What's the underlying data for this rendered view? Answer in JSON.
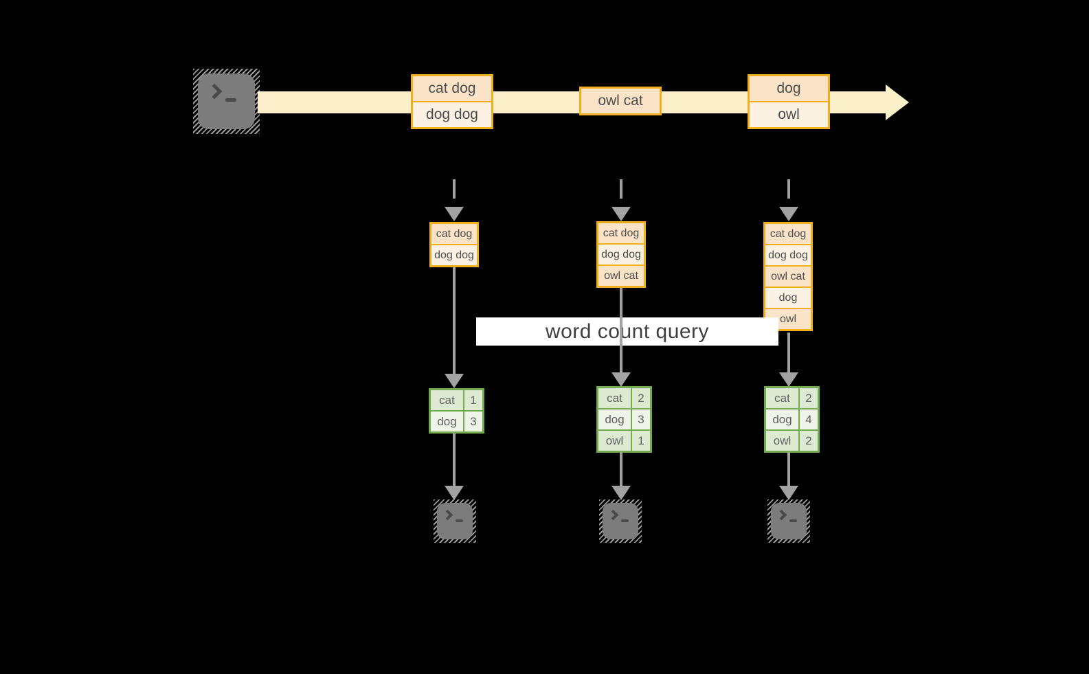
{
  "colors": {
    "background": "#000000",
    "band": "#fbf0ca",
    "box_border": "#f1af1e",
    "cell_peach": "#fae3c7",
    "cell_cream": "#fcf2e3",
    "table_border": "#74aa50",
    "table_cell_dark": "#dde9d1",
    "table_cell_light": "#eef4e8",
    "arrow_gray": "#a2a2a2",
    "terminal_gray": "#7c7c7c",
    "query_bg": "#ffffff"
  },
  "source_terminal": {
    "icon": "terminal-prompt-icon"
  },
  "stream": {
    "events": [
      {
        "lines": [
          "cat dog",
          "dog dog"
        ]
      },
      {
        "lines": [
          "owl cat"
        ]
      },
      {
        "lines": [
          "dog",
          "owl"
        ]
      }
    ]
  },
  "query": {
    "label": "word count query"
  },
  "columns": [
    {
      "stack": [
        "cat dog",
        "dog dog"
      ],
      "counts": [
        {
          "word": "cat",
          "count": "1"
        },
        {
          "word": "dog",
          "count": "3"
        }
      ]
    },
    {
      "stack": [
        "cat dog",
        "dog dog",
        "owl cat"
      ],
      "counts": [
        {
          "word": "cat",
          "count": "2"
        },
        {
          "word": "dog",
          "count": "3"
        },
        {
          "word": "owl",
          "count": "1"
        }
      ]
    },
    {
      "stack": [
        "cat dog",
        "dog dog",
        "owl cat",
        "dog",
        "owl"
      ],
      "counts": [
        {
          "word": "cat",
          "count": "2"
        },
        {
          "word": "dog",
          "count": "4"
        },
        {
          "word": "owl",
          "count": "2"
        }
      ]
    }
  ],
  "output_terminals": [
    {
      "icon": "terminal-prompt-icon"
    },
    {
      "icon": "terminal-prompt-icon"
    },
    {
      "icon": "terminal-prompt-icon"
    }
  ]
}
